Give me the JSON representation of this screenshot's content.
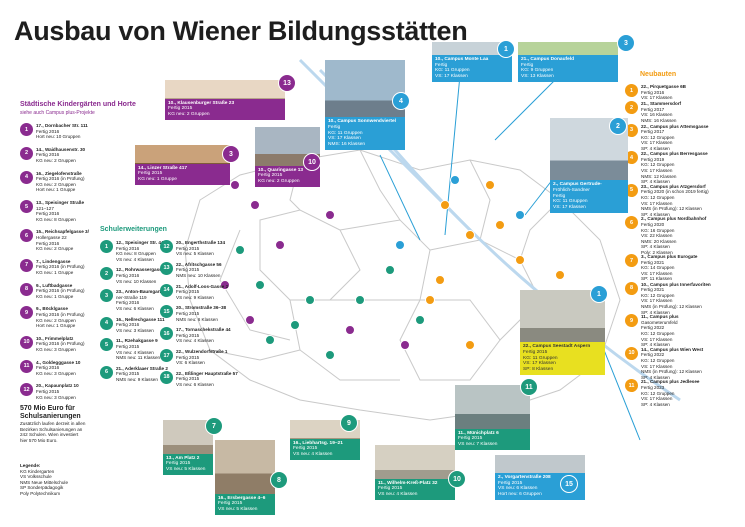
{
  "title": "Ausbau von Wiener Bildungsstätten",
  "kindergarten": {
    "heading": "Städtische Kindergärten und Horte",
    "subheading": "siehe auch Campus plus-Projekte",
    "items": [
      {
        "n": "1",
        "title": "17., Dornbacher Str. 111",
        "lines": [
          "Fertig 2016",
          "Hort neu: 10 Gruppen"
        ]
      },
      {
        "n": "2",
        "title": "14., Waidhausenstr. 30",
        "lines": [
          "Fertig 2016",
          "KG neu: 2 Gruppen"
        ]
      },
      {
        "n": "4",
        "title": "16., Ziegelofenstraße",
        "lines": [
          "Fertig 2016 (in Prüfung)",
          "KG neu: 2 Gruppen",
          "Hort neu: 1 Gruppe"
        ]
      },
      {
        "n": "5",
        "title": "13., Speisinger Straße",
        "lines": [
          "121–127",
          "Fertig 2016",
          "KG neu: 8 Gruppen"
        ]
      },
      {
        "n": "6",
        "title": "15., Reichsapfelgasse 3/",
        "lines": [
          "Hollergasse 22",
          "Fertig 2016",
          "KG neu: 2 Gruppe"
        ]
      },
      {
        "n": "7",
        "title": "7., Lindengasse",
        "lines": [
          "Fertig 2016 (in Prüfung)",
          "KG neu: 1 Gruppe"
        ]
      },
      {
        "n": "8",
        "title": "9., Luftbadgasse",
        "lines": [
          "Fertig 2016 (in Prüfung)",
          "KG neu: 1 Gruppe"
        ]
      },
      {
        "n": "9",
        "title": "9., Böcklgasse",
        "lines": [
          "Fertig 2016 (in Prüfung)",
          "KG neu: 2 Gruppen",
          "Hort neu: 1 Gruppe"
        ]
      },
      {
        "n": "10",
        "title": "10., Frimmelplatz",
        "lines": [
          "Fertig 2016 (in Prüfung)",
          "KG neu: 3 Gruppen"
        ]
      },
      {
        "n": "11",
        "title": "4., Goldegggasse 10",
        "lines": [
          "Fertig 2016",
          "KG neu: 3 Gruppen"
        ]
      },
      {
        "n": "12",
        "title": "20., Kapaunplatz 10",
        "lines": [
          "Fertig 2015",
          "KG neu: 3 Gruppen"
        ]
      }
    ]
  },
  "summary": {
    "title_1": "570 Mio Euro für",
    "title_2": "Schulsanierungen",
    "lines": [
      "Zusätzlich laufen derzeit in allen",
      "Bezirken Schulsanierungen an",
      "242 Schulen. Wien investiert",
      "hier 570 Mio Euro."
    ]
  },
  "legend": {
    "title": "Legende:",
    "items": [
      "KG    Kindergarten",
      "VS    Volksschule",
      "NMS  Neue Mittelschule",
      "SP    Sonderpädagogik",
      "Poly  Polytechnikum"
    ]
  },
  "schulerweiterungen": {
    "heading": "Schulerweiterungen",
    "col1": [
      {
        "n": "1",
        "title": "12., Speisinger Str. 44",
        "lines": [
          "Fertig 2016",
          "KG neu: 8 Gruppen",
          "VS neu: 4 Klassen"
        ]
      },
      {
        "n": "2",
        "title": "12., Rohrwassergasse 2",
        "lines": [
          "Fertig 2016",
          "VS neu: 10 Klassen"
        ]
      },
      {
        "n": "3",
        "title": "23., Anton-Baumgart-",
        "lines": [
          "ner-Straße 119",
          "Fertig 2016",
          "VS neu: 6 Klassen"
        ]
      },
      {
        "n": "4",
        "title": "16., Nellrechgasse 111",
        "lines": [
          "Fertig 2016",
          "VS neu: 3 Klassen"
        ]
      },
      {
        "n": "5",
        "title": "11., Rzehakgasse 9",
        "lines": [
          "Fertig 2015",
          "VS neu: 4 Klassen",
          "NMS neu: 11 Klassen"
        ]
      },
      {
        "n": "6",
        "title": "21., Aderklaaer Straße 2",
        "lines": [
          "Fertig 2015",
          "NMS neu: 9 Klassen"
        ]
      }
    ],
    "col2": [
      {
        "n": "12",
        "title": "20., Engerthstraße 134",
        "lines": [
          "Fertig 2015",
          "VS neu: 5 Klassen"
        ]
      },
      {
        "n": "13",
        "title": "22., Afritschgasse 56",
        "lines": [
          "Fertig 2015",
          "NMS neu: 10 Klassen"
        ]
      },
      {
        "n": "14",
        "title": "21., Adolf-Loos-Gasse 2",
        "lines": [
          "Fertig 2015",
          "VS neu: 9 Klassen"
        ]
      },
      {
        "n": "15",
        "title": "20., Stromstraße 36–38",
        "lines": [
          "Fertig 2015",
          "NMS neu: 6 Klassen"
        ]
      },
      {
        "n": "16",
        "title": "17., Tornaschekstraße 44",
        "lines": [
          "Fertig 2015",
          "VS neu: 4 Klassen"
        ]
      },
      {
        "n": "17",
        "title": "22., Wulzendorfstraße 1",
        "lines": [
          "Fertig 2015",
          "VS: 6 Klassen"
        ]
      },
      {
        "n": "18",
        "title": "22., Eßlinger Hauptstraße 57",
        "lines": [
          "Fertig 2015",
          "VS neu: 6 Klassen"
        ]
      }
    ]
  },
  "neubauten": {
    "heading": "Neubauten",
    "items": [
      {
        "n": "1",
        "title": "22., Pirquetgasse 6B",
        "lines": [
          "Fertig 2016",
          "VS: 17 Klassen"
        ]
      },
      {
        "n": "2",
        "title": "21., Stammersdorf",
        "lines": [
          "Fertig 2017",
          "VS: 16 Klassen",
          "NMS: 16 Klassen"
        ]
      },
      {
        "n": "3",
        "title": "22., Campus plus Attemsgasse",
        "lines": [
          "Fertig 2017",
          "KG: 12 Gruppen",
          "VS: 17 Klassen",
          "SP: 4 Klassen"
        ]
      },
      {
        "n": "4",
        "title": "22., Campus plus Berresgasse",
        "lines": [
          "Fertig 2019",
          "KG: 12 Gruppen",
          "VS: 17 Klassen",
          "NMS: 12 Klassen",
          "SP: 4 Klassen"
        ]
      },
      {
        "n": "5",
        "title": "23., Campus plus Atzgersdorf",
        "lines": [
          "Fertig 2020 (in schon 2019 fertig)",
          "KG: 12 Gruppen",
          "VS: 17 Klassen",
          "NMS (in Prüfung): 12 Klassen",
          "SP: 4 Klassen"
        ]
      },
      {
        "n": "6",
        "title": "2., Campus plus Nordbahnhof",
        "lines": [
          "Fertig 2020",
          "KG: 16 Gruppen",
          "VS: 22 Klassen",
          "NMS: 20 Klassen",
          "SP: 4 Klassen",
          "Poly: 2 Klassen"
        ]
      },
      {
        "n": "7",
        "title": "3., Campus plus Eurogate",
        "lines": [
          "Fertig 2021",
          "KG: 14 Gruppen",
          "VS: 17 Klassen",
          "SP: 11 Klassen"
        ]
      },
      {
        "n": "8",
        "title": "10., Campus plus Innerfavoriten",
        "lines": [
          "Fertig 2021",
          "KG: 12 Gruppen",
          "VS: 17 Klassen",
          "NMS (in Prüfung): 12 Klassen",
          "SP: 4 Klassen"
        ]
      },
      {
        "n": "9",
        "title": "11., Campus plus",
        "lines": [
          "Gasometerumfeld",
          "Fertig 2022",
          "KG: 12 Gruppen",
          "VS: 17 Klassen",
          "SP: 4 Klassen"
        ]
      },
      {
        "n": "10",
        "title": "14., Campus plus Wien West",
        "lines": [
          "Fertig 2022",
          "KG: 12 Gruppen",
          "VS: 17 Klassen",
          "NMS (in Prüfung): 12 Klassen",
          "SP: 4 Klassen"
        ]
      },
      {
        "n": "11",
        "title": "21., Campus plus Jedlesee",
        "lines": [
          "Fertig 2023",
          "KG: 12 Gruppen",
          "VS: 17 Klassen",
          "SP: 4 Klassen"
        ]
      }
    ]
  },
  "photos": [
    {
      "n": "13",
      "title": "10., Klausenburger Straße 23",
      "lines": [
        "Fertig 2015",
        "KG neu: 2 Gruppen"
      ],
      "color": "#8a2b8f"
    },
    {
      "n": "3",
      "title": "14., Linzer Straße 417",
      "lines": [
        "Fertig 2015",
        "KG neu: 1 Gruppe"
      ],
      "color": "#8a2b8f"
    },
    {
      "n": "10",
      "title": "10., Quaringasse 13",
      "lines": [
        "Fertig 2015",
        "KG neu: 2 Gruppen"
      ],
      "color": "#8a2b8f"
    },
    {
      "n": "4",
      "title": "10., Campus Sonnwendviertel",
      "lines": [
        "Fertig",
        "KG: 11 Gruppen",
        "VS: 17 Klassen",
        "NMS: 16 Klassen"
      ],
      "color": "#2a9fd6"
    },
    {
      "n": "1",
      "title": "10., Campus Monte Laa",
      "lines": [
        "Fertig",
        "KG: 11 Gruppen",
        "VS: 17 Klassen"
      ],
      "color": "#2a9fd6"
    },
    {
      "n": "3",
      "title": "21., Campus Donaufeld",
      "lines": [
        "Fertig",
        "KG: 9 Gruppen",
        "VS: 13 Klassen"
      ],
      "color": "#2a9fd6"
    },
    {
      "n": "2",
      "title": "2., Campus Gertrude-",
      "lines": [
        "Fröhlich-Sandner",
        "Fertig",
        "KG: 11 Gruppen",
        "VS: 17 Klassen"
      ],
      "color": "#2a9fd6"
    },
    {
      "n": "1",
      "title": "22., Campus Seestadt Aspern",
      "lines": [
        "Fertig 2015",
        "KG: 11 Gruppen",
        "VS: 17 Klassen",
        "SP: 8 Klassen"
      ],
      "color": "#e8e020"
    },
    {
      "n": "7",
      "title": "13., Am Platz 2",
      "lines": [
        "Fertig 2015",
        "VS neu: 5 Klassen"
      ],
      "color": "#1d9a7c"
    },
    {
      "n": "8",
      "title": "16., Ersbergasse 4–6",
      "lines": [
        "Fertig 2015",
        "VS neu: 5 Klassen"
      ],
      "color": "#1d9a7c"
    },
    {
      "n": "9",
      "title": "16., Liebhartsg. 19–21",
      "lines": [
        "Fertig 2015",
        "VS neu: 4 Klassen"
      ],
      "color": "#1d9a7c"
    },
    {
      "n": "10",
      "title": "11., Wilhelm-Kreß-Platz 32",
      "lines": [
        "Fertig 2015",
        "VS neu: 4 Klassen"
      ],
      "color": "#1d9a7c"
    },
    {
      "n": "11",
      "title": "11., Münichplatz 6",
      "lines": [
        "Fertig 2015",
        "VS neu: 7 Klassen"
      ],
      "color": "#1d9a7c"
    },
    {
      "n": "15",
      "title": "2., Vorgartenstraße 208",
      "lines": [
        "Fertig 2015",
        "VS neu: 6 Klassen",
        "Hort neu: 6 Gruppen"
      ],
      "color": "#2a9fd6"
    }
  ],
  "colors": {
    "purple": "#8a2b8f",
    "teal": "#1d9a7c",
    "orange": "#f39c12",
    "blue": "#2a9fd6",
    "yellow": "#e8e020"
  }
}
